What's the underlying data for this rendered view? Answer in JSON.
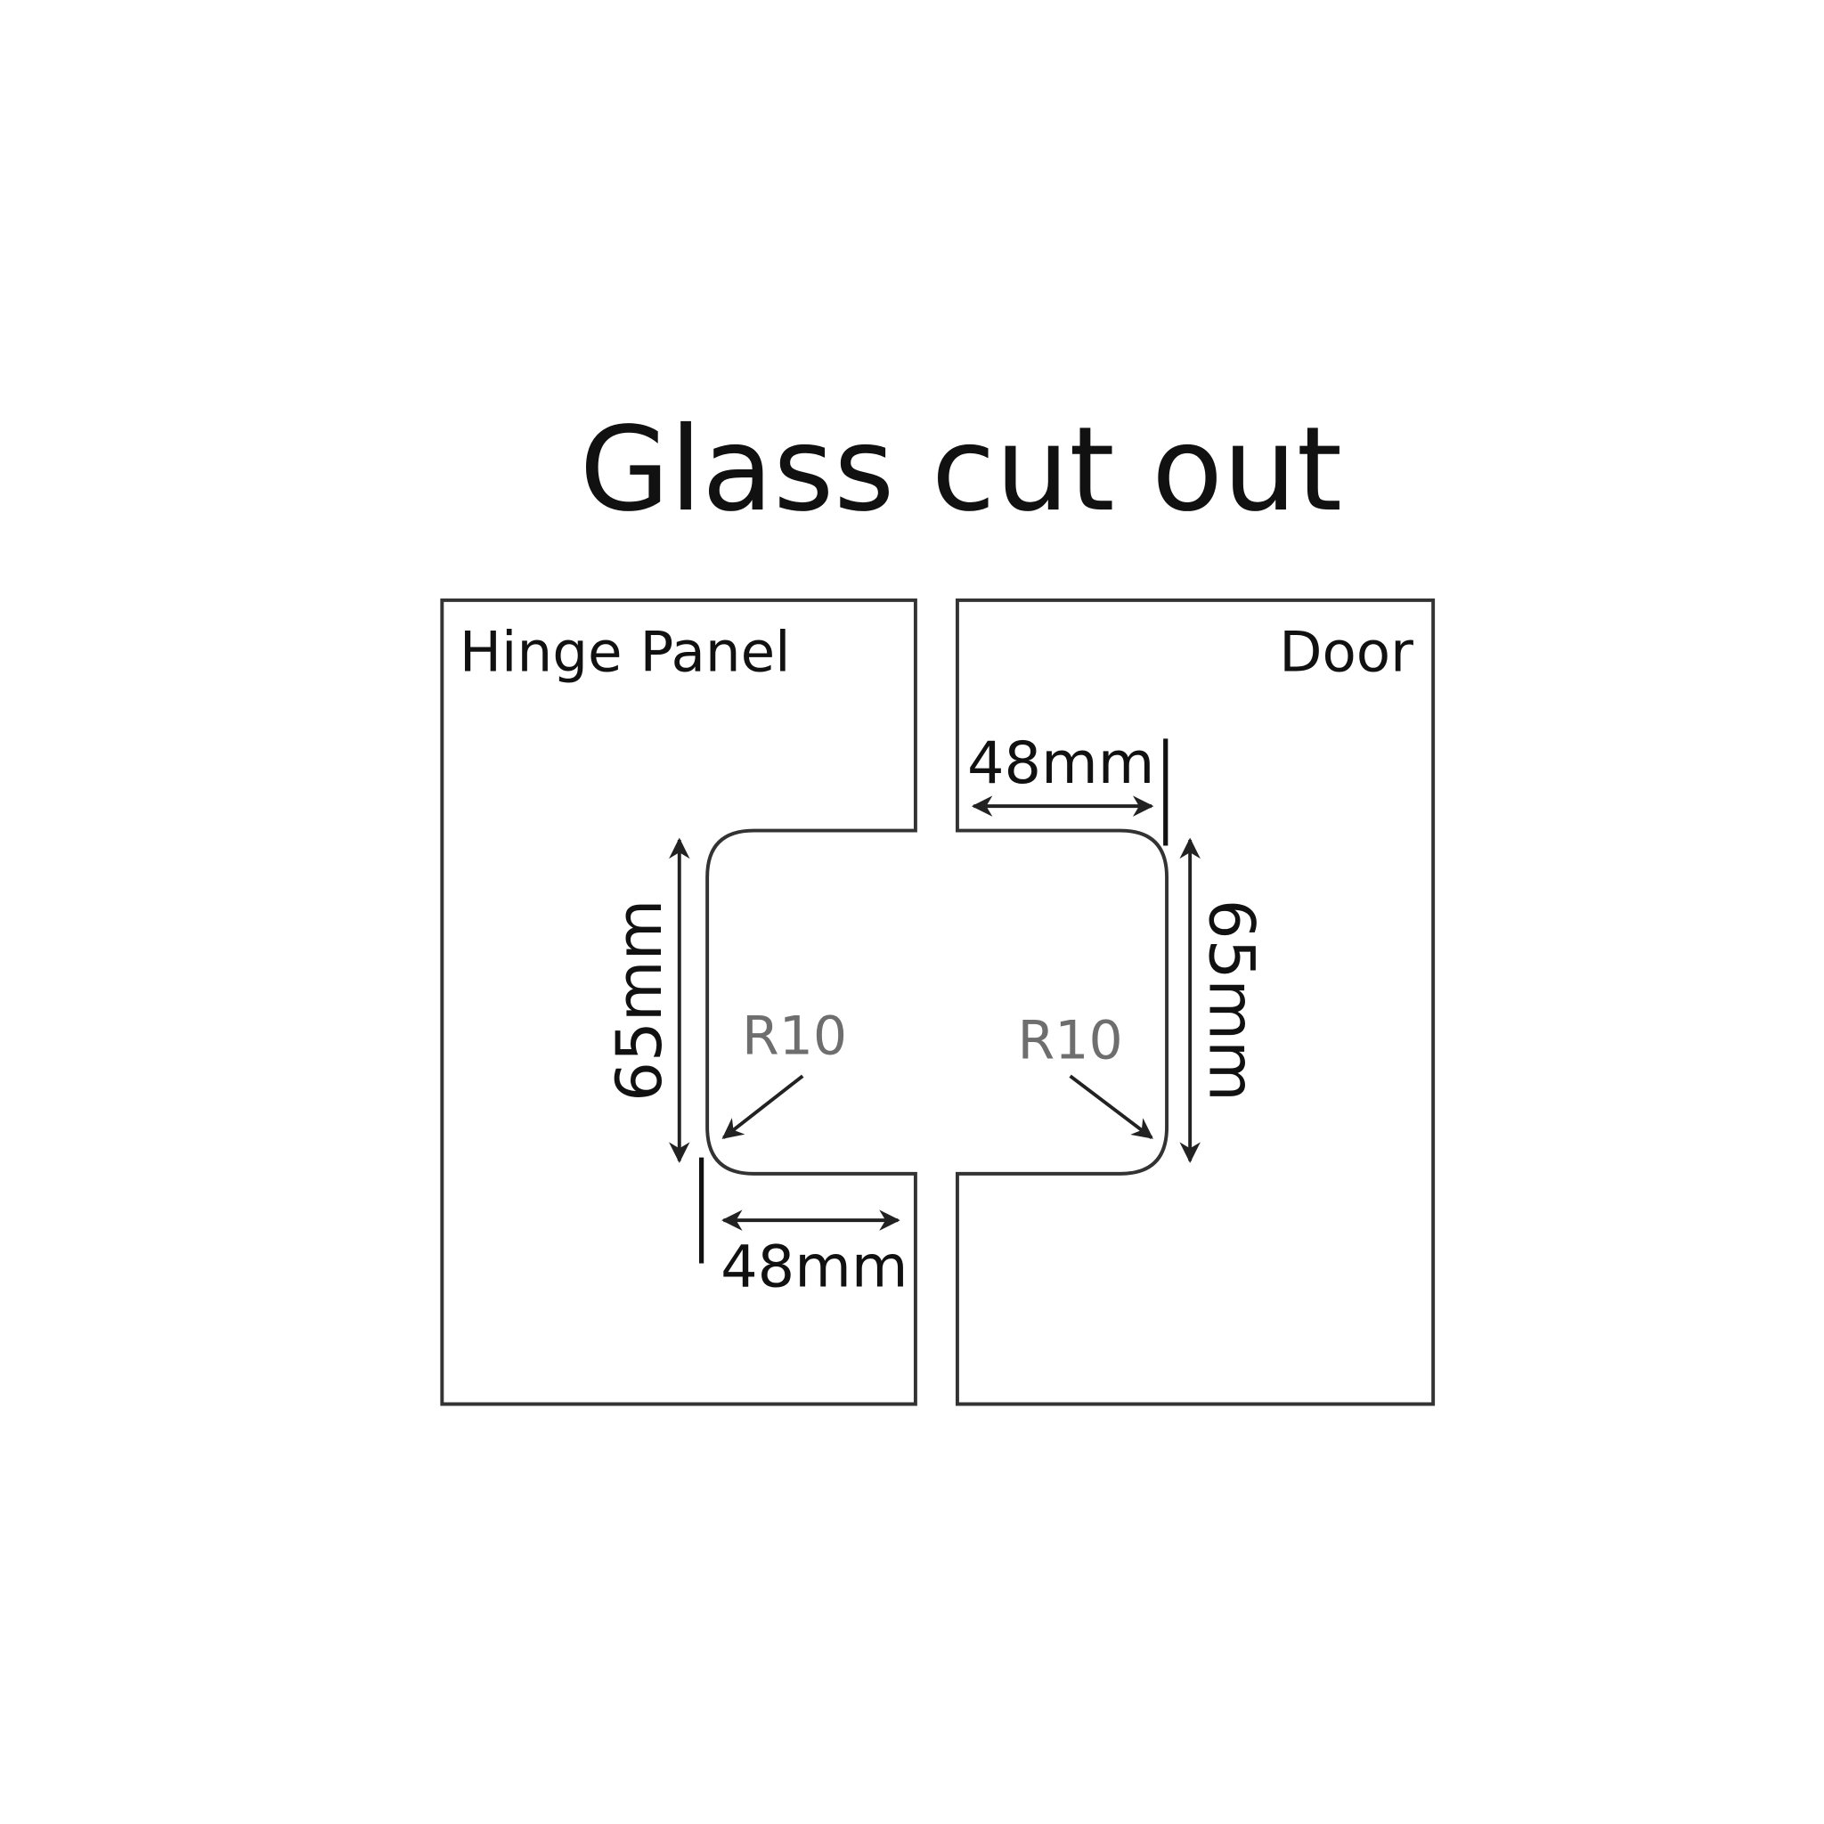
{
  "title": "Glass cut out",
  "panels": {
    "hinge_panel": "Hinge Panel",
    "door": "Door"
  },
  "dimensions": {
    "hinge_height": "65mm",
    "hinge_width": "48mm",
    "hinge_radius": "R10",
    "door_height": "65mm",
    "door_width": "48mm",
    "door_radius": "R10"
  },
  "colors": {
    "line": "#333333",
    "text": "#111111",
    "radius_text": "#6e6e6e"
  }
}
